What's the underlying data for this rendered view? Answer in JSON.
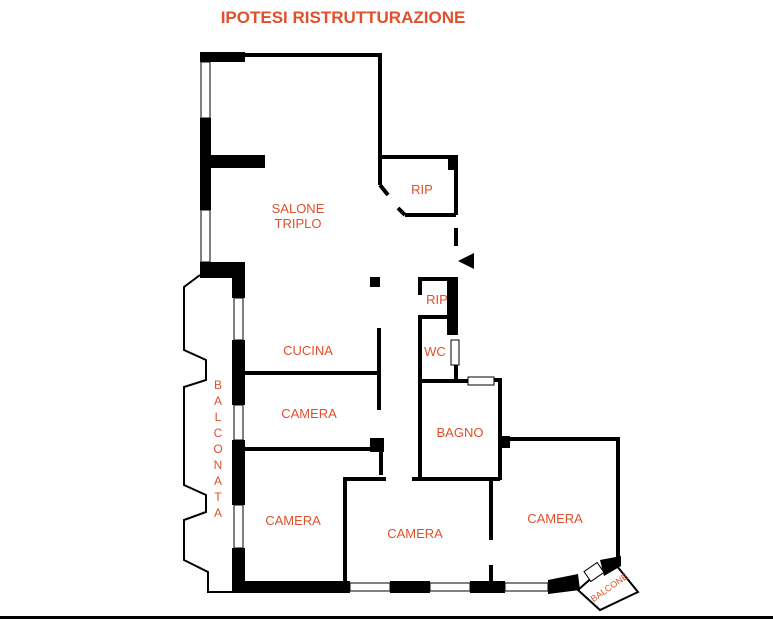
{
  "title": "IPOTESI RISTRUTTURAZIONE",
  "rooms": {
    "salone_line1": "SALONE",
    "salone_line2": "TRIPLO",
    "rip1": "RIP",
    "rip2": "RIP",
    "wc": "WC",
    "cucina": "CUCINA",
    "camera1": "CAMERA",
    "camera2": "CAMERA",
    "camera3": "CAMERA",
    "camera4": "CAMERA",
    "bagno": "BAGNO",
    "balconata": "BALCONATA",
    "balcone": "BALCONE"
  },
  "colors": {
    "label": "#e0502a",
    "wall": "#000000"
  }
}
